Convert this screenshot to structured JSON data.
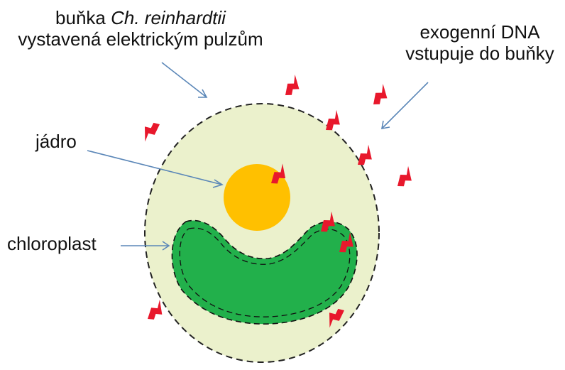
{
  "labels": {
    "cell_line1_prefix": "buňka",
    "cell_line1_species": "Ch. reinhardtii",
    "cell_line2": "vystavená elektrickým pulzům",
    "dna_line1": "exogenní DNA",
    "dna_line2": "vstupuje do buňky",
    "nucleus": "jádro",
    "chloroplast": "chloroplast"
  },
  "colors": {
    "cell_fill": "#ebf1cc",
    "nucleus_fill": "#ffc000",
    "chloroplast_fill": "#22b04b",
    "bolt_fill": "#e8182c",
    "arrow": "#5b87b8",
    "outline": "#222222"
  },
  "icons": {
    "bolt": "lightning-bolt-icon"
  }
}
